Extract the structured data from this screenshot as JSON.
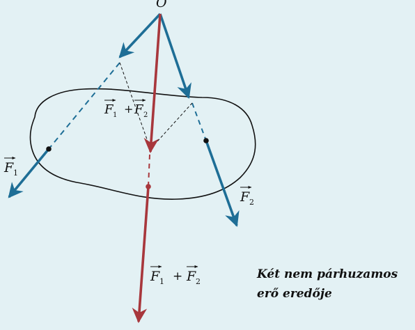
{
  "point_label": "O",
  "labels": {
    "f1": {
      "letter": "F",
      "sub": "1"
    },
    "f2": {
      "letter": "F",
      "sub": "2"
    },
    "sum_small": {
      "a": "F",
      "a_sub": "1",
      "op": "+",
      "b": "F",
      "b_sub": "2"
    },
    "sum_large": {
      "a": "F",
      "a_sub": "1",
      "op": "+",
      "b": "F",
      "b_sub": "2"
    }
  },
  "caption": {
    "line1": "Két nem párhuzamos",
    "line2": "erő eredője"
  },
  "colors": {
    "background": "#e3f1f4",
    "force_blue": "#1e6e96",
    "resultant_red": "#a8373c",
    "outline": "#111111"
  }
}
